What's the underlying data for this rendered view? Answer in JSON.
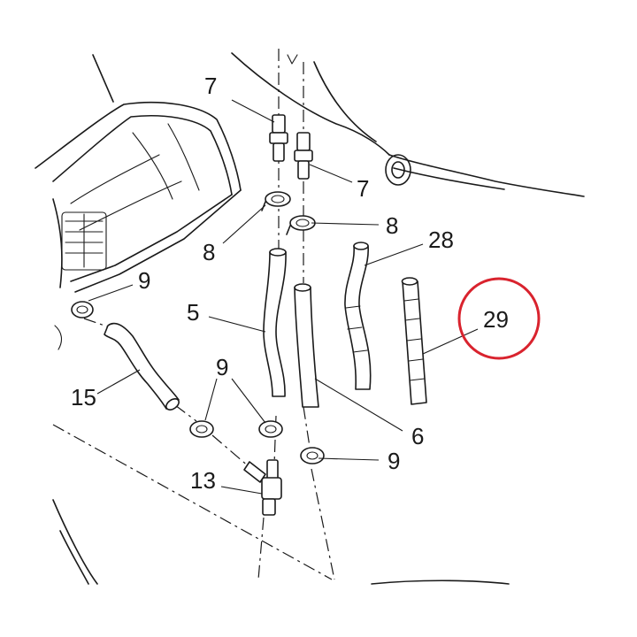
{
  "colors": {
    "highlight": "#d9232e",
    "line": "#1a1a1a",
    "background": "#ffffff"
  },
  "labels": {
    "p7a": "7",
    "p7b": "7",
    "p8a": "8",
    "p8b": "8",
    "p28": "28",
    "p9a": "9",
    "p29": "29",
    "p5": "5",
    "p9b": "9",
    "p15": "15",
    "p6": "6",
    "p9c": "9",
    "p13": "13"
  }
}
